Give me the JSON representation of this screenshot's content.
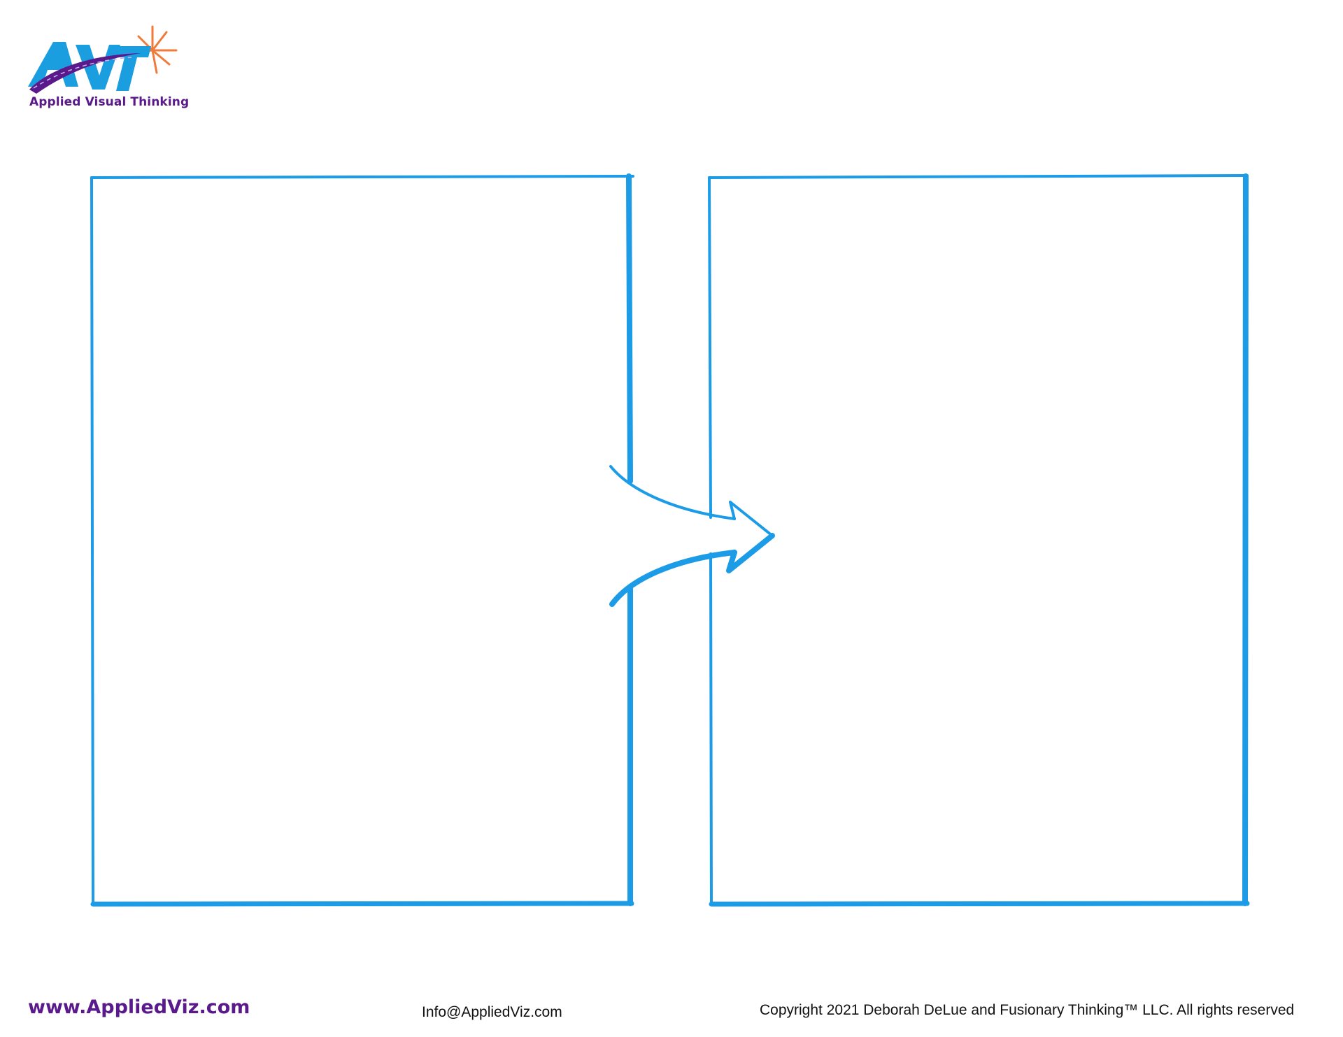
{
  "logo": {
    "mark": "AVT",
    "tagline": "Applied Visual Thinking",
    "colors": {
      "letters": "#1a9ee0",
      "swoosh": "#5b1a8c",
      "starburst": "#f07a3a"
    }
  },
  "diagram": {
    "stroke_color": "#1c9be6",
    "elements": [
      "left-box",
      "right-box",
      "arrow"
    ]
  },
  "footer": {
    "url": "www.AppliedViz.com",
    "email": "Info@AppliedViz.com",
    "copyright": "Copyright 2021 Deborah DeLue and Fusionary Thinking™ LLC. All rights reserved"
  }
}
